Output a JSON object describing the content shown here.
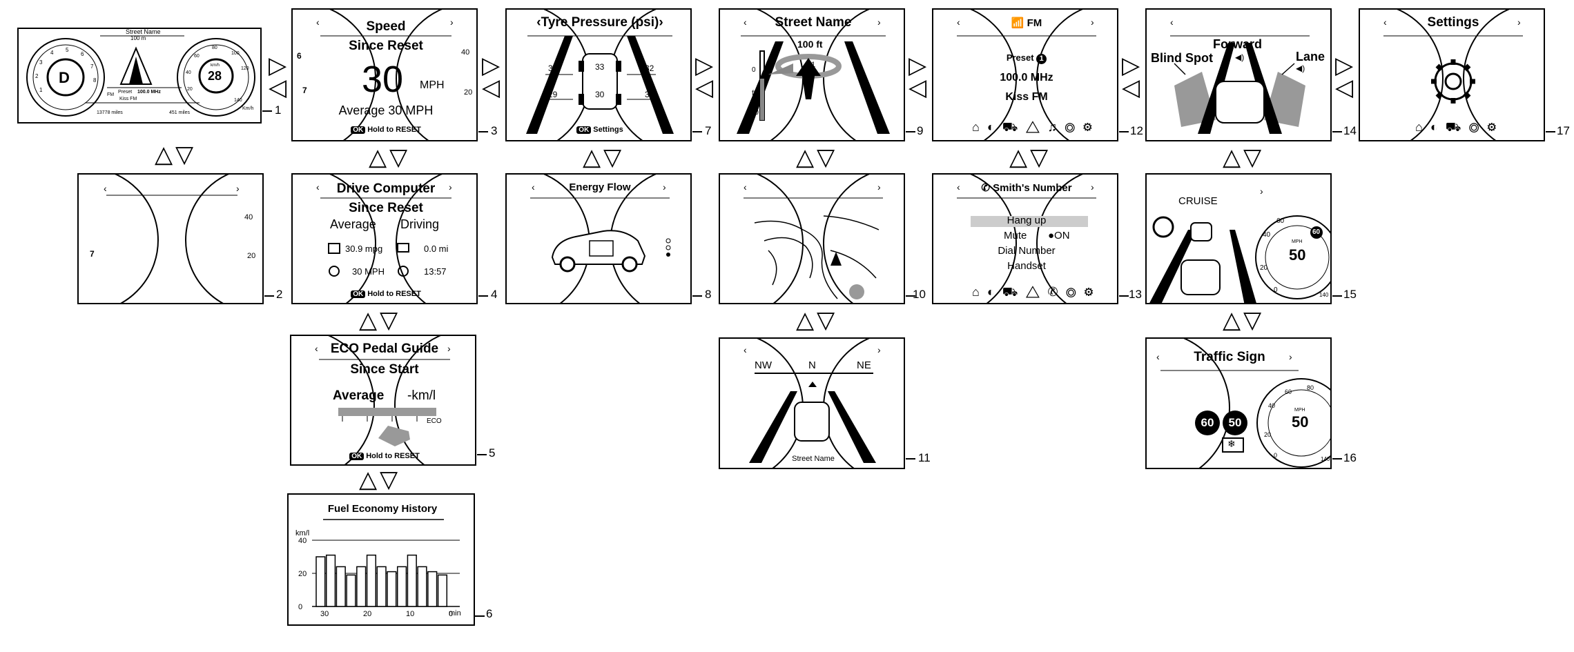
{
  "colors": {
    "line": "#000000",
    "grey": "#999999",
    "lightgrey": "#cccccc"
  },
  "arrows": {
    "right": "▷",
    "left": "◁",
    "up": "△",
    "down": "▽"
  },
  "p1": {
    "num": "1",
    "gear": "D",
    "street": "Street Name",
    "dist": "100 m",
    "speed": "28",
    "unit_top": "km/h",
    "preset": "Preset",
    "radio_freq": "100.0 MHz",
    "radio_name": "Kiss FM",
    "fm": "FM",
    "odometer": "13778 miles",
    "range": "451 miles",
    "left_ticks": [
      "1",
      "2",
      "3",
      "4",
      "5",
      "6",
      "7",
      "8"
    ],
    "right_ticks": [
      "20",
      "40",
      "60",
      "80",
      "100",
      "120",
      "140"
    ],
    "unit_bottom": "Km/h"
  },
  "p2": {
    "num": "2",
    "gauge_left": "7",
    "gauge_right": [
      "40",
      "20"
    ]
  },
  "p3": {
    "num": "3",
    "title": "Speed",
    "sub": "Since Reset",
    "value": "30",
    "unit": "MPH",
    "average": "Average  30 MPH",
    "ok": "OK",
    "hold": "Hold to RESET",
    "gauge_left": [
      "6",
      "7"
    ],
    "gauge_right": [
      "40",
      "20"
    ]
  },
  "p4": {
    "num": "4",
    "title": "Drive Computer",
    "sub": "Since Reset",
    "col1": "Average",
    "col2": "Driving",
    "mpg": "30.9 mpg",
    "mi": "0.0 mi",
    "mph": "30 MPH",
    "time": "13:57",
    "ok": "OK",
    "hold": "Hold to RESET"
  },
  "p5": {
    "num": "5",
    "title": "ECO Pedal Guide",
    "sub": "Since Start",
    "avg": "Average",
    "unit": "-km/l",
    "eco": "ECO",
    "ok": "OK",
    "hold": "Hold to RESET"
  },
  "p6": {
    "num": "6",
    "title": "Fuel Economy History",
    "ylabel": "km/l",
    "unit": "min"
  },
  "p7": {
    "num": "7",
    "title": "‹Tyre Pressure (psi)›",
    "ok": "OK",
    "settings": "Settings"
  },
  "p8": {
    "num": "8",
    "title": "Energy Flow"
  },
  "p9": {
    "num": "9",
    "title": "Street Name",
    "dist": "100 ft",
    "scale": [
      "0",
      "ft",
      "1.0"
    ],
    "exit": "1"
  },
  "p10": {
    "num": "10"
  },
  "p11": {
    "num": "11",
    "street": "Street Name"
  },
  "p12": {
    "num": "12",
    "title": "FM",
    "preset": "Preset",
    "preset_no": "1",
    "freq": "100.0 MHz",
    "name": "Kiss FM",
    "icons": "⌂ ◐ ⛟ △ ♫ ◎ ⚙"
  },
  "p13": {
    "num": "13",
    "title": "Smith's Number",
    "items": [
      "Hang up",
      "Mute",
      "Dial Number",
      "Handset"
    ],
    "mute_state": "●ON",
    "icons": "⌂ ◐ ⛟ △ ✆ ◎ ⚙"
  },
  "p14": {
    "num": "14",
    "forward": "Forward",
    "blind": "Blind Spot",
    "lane": "Lane"
  },
  "p15": {
    "num": "15",
    "cruise": "CRUISE",
    "speed": "50",
    "unit": "MPH",
    "limit": "60",
    "ticks": [
      "40",
      "60",
      "20",
      "0",
      "140"
    ]
  },
  "p16": {
    "num": "16",
    "title": "Traffic Sign",
    "sign1": "60",
    "sign2": "50",
    "speed": "50",
    "unit": "MPH",
    "ticks": [
      "60",
      "80",
      "40",
      "20",
      "0",
      "140"
    ],
    "snow": "❄"
  },
  "p17": {
    "num": "17",
    "title": "Settings",
    "icons": "⌂ ◐ ⛟ ◎ ⚙"
  },
  "chart_data": {
    "type": "bar",
    "title": "Fuel Economy History",
    "ylabel": "km/l",
    "xlabel": "min",
    "ylim": [
      0,
      40
    ],
    "yticks": [
      0,
      20,
      40
    ],
    "xticks": [
      "30",
      "20",
      "10",
      "0"
    ],
    "values": [
      30,
      31,
      24,
      19,
      24,
      31,
      24,
      21,
      24,
      31,
      24,
      21,
      19,
      0
    ]
  }
}
